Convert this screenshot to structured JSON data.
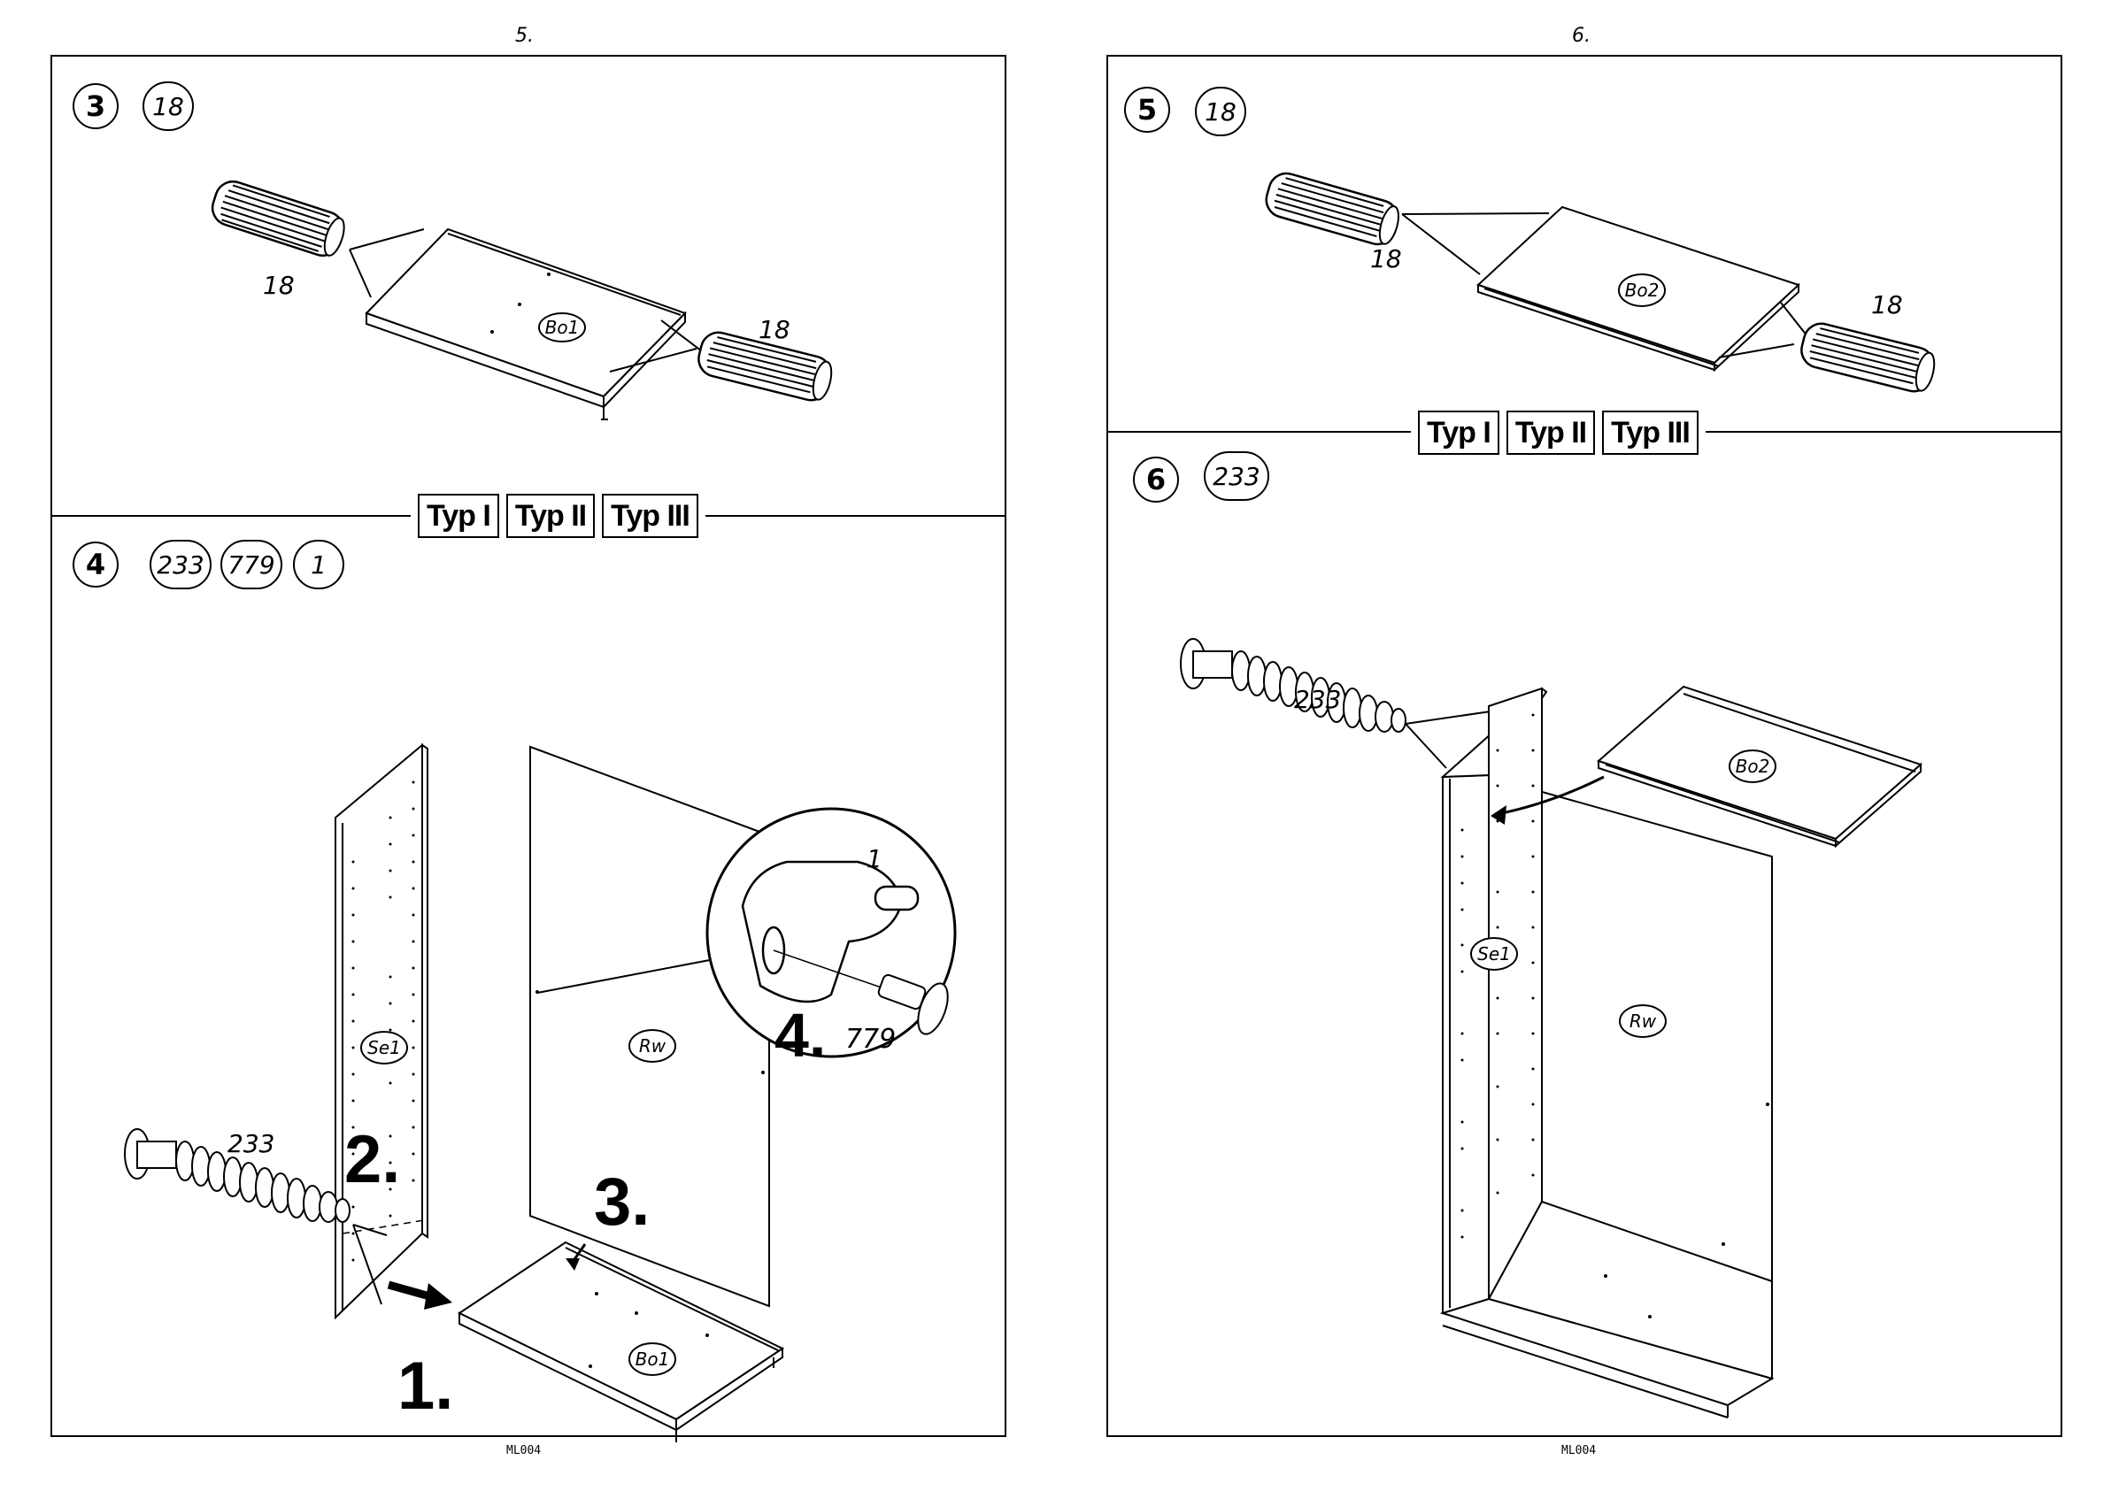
{
  "left_page": {
    "page_number": "5.",
    "footer": "ML004",
    "step3": {
      "number": "3",
      "parts": [
        "18"
      ],
      "dowel_label_a": "18",
      "dowel_label_b": "18",
      "panel_label": "Bo1"
    },
    "types": [
      "Typ I",
      "Typ II",
      "Typ III"
    ],
    "step4": {
      "number": "4",
      "parts": [
        "233",
        "779",
        "1"
      ],
      "side_label": "Se1",
      "back_label": "Rw",
      "bottom_label": "Bo1",
      "cam_label": "233",
      "bracket_label": "1",
      "screw_label": "779",
      "seq": [
        "1.",
        "2.",
        "3.",
        "4."
      ]
    }
  },
  "right_page": {
    "page_number": "6.",
    "footer": "ML004",
    "step5": {
      "number": "5",
      "parts": [
        "18"
      ],
      "dowel_label_a": "18",
      "dowel_label_b": "18",
      "panel_label": "Bo2"
    },
    "types": [
      "Typ I",
      "Typ II",
      "Typ III"
    ],
    "step6": {
      "number": "6",
      "parts": [
        "233"
      ],
      "cam_label": "233",
      "top_label": "Bo2",
      "side_label": "Se1",
      "back_label": "Rw"
    }
  }
}
